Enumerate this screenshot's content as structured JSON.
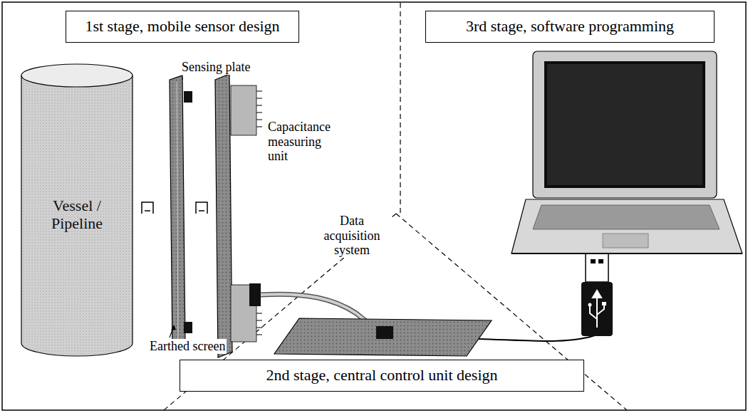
{
  "diagram": {
    "nodes": [
      {
        "text": [
          "1st stage, mobile sensor design"
        ]
      },
      {
        "text": [
          "3rd stage, software programming"
        ]
      },
      {
        "text": [
          "Vessel / Pipeline"
        ]
      },
      {
        "text": [
          "2nd stage, central control unit design"
        ]
      }
    ],
    "labels": [
      "Sensing plate",
      "Capacitance measuring unit",
      "Data acquisition system",
      "Earthed screen"
    ]
  }
}
